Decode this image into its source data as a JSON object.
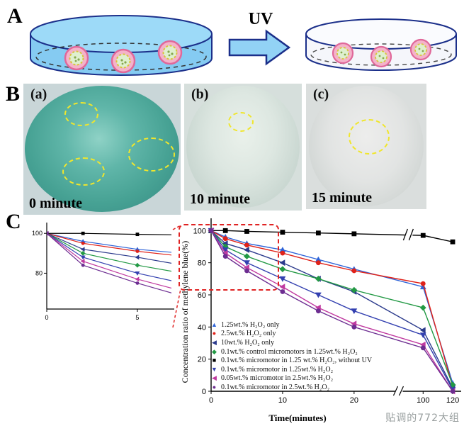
{
  "panelA": {
    "label": "A",
    "arrow_label": "UV"
  },
  "panelB": {
    "label": "B",
    "photos": [
      {
        "tag": "(a)",
        "time_label": "0 minute"
      },
      {
        "tag": "(b)",
        "time_label": "10 minute"
      },
      {
        "tag": "(c)",
        "time_label": "15 minute"
      }
    ]
  },
  "panelC": {
    "label": "C"
  },
  "watermark": "贴调的772大组",
  "chart_data": {
    "type": "line",
    "title": "",
    "xlabel": "Time(minutes)",
    "ylabel": "Concentration ratio of methylene blue(%)",
    "x": [
      0,
      2,
      5,
      10,
      15,
      20,
      100,
      120
    ],
    "x_axis_break": [
      20,
      100
    ],
    "x_ticks": [
      0,
      10,
      20,
      100,
      120
    ],
    "y_ticks": [
      0,
      20,
      40,
      60,
      80,
      100
    ],
    "ylim": [
      0,
      105
    ],
    "grid": false,
    "legend_position": "lower-left",
    "series": [
      {
        "name": "1.25wt.% H₂O₂ only",
        "marker": "triangle-up",
        "color": "#2d63d8",
        "values": [
          100,
          96,
          92,
          88,
          82,
          76,
          65,
          5
        ]
      },
      {
        "name": "2.5wt.% H₂O₂ only",
        "marker": "circle",
        "color": "#e02219",
        "values": [
          100,
          95,
          91,
          86,
          80,
          75,
          67,
          3
        ]
      },
      {
        "name": "10wt.% H₂O₂ only",
        "marker": "triangle-left",
        "color": "#2b3a8c",
        "values": [
          100,
          92,
          88,
          80,
          70,
          62,
          38,
          2
        ]
      },
      {
        "name": "0.1wt.% control micromotors in 1.25wt.% H₂O₂",
        "marker": "diamond",
        "color": "#229944",
        "values": [
          100,
          90,
          84,
          76,
          70,
          63,
          52,
          4
        ]
      },
      {
        "name": "0.1wt.% micromotor in 1.25 wt.% H₂O₂, without UV",
        "marker": "square",
        "color": "#000000",
        "values": [
          100,
          100,
          99.5,
          99,
          98.5,
          98,
          97,
          93
        ]
      },
      {
        "name": "0.1wt.% micromotor in 1.25wt.% H₂O₂",
        "marker": "triangle-down",
        "color": "#3340b0",
        "values": [
          100,
          88,
          80,
          70,
          60,
          50,
          35,
          1
        ]
      },
      {
        "name": "0.05wt.% micromotor in 2.5wt.% H₂O₂",
        "marker": "triangle-left",
        "color": "#c03aa0",
        "values": [
          100,
          86,
          77,
          65,
          52,
          42,
          29,
          0
        ]
      },
      {
        "name": "0.1wt.% micromotor in 2.5wt.% H₂O₂",
        "marker": "circle",
        "color": "#6d2d91",
        "values": [
          100,
          84,
          75,
          62,
          50,
          40,
          27,
          0
        ]
      }
    ],
    "inset": {
      "xlim": [
        0,
        6.8
      ],
      "ylim": [
        62,
        104
      ],
      "x_ticks": [
        0,
        5
      ],
      "y_ticks": [
        80,
        100
      ]
    }
  }
}
